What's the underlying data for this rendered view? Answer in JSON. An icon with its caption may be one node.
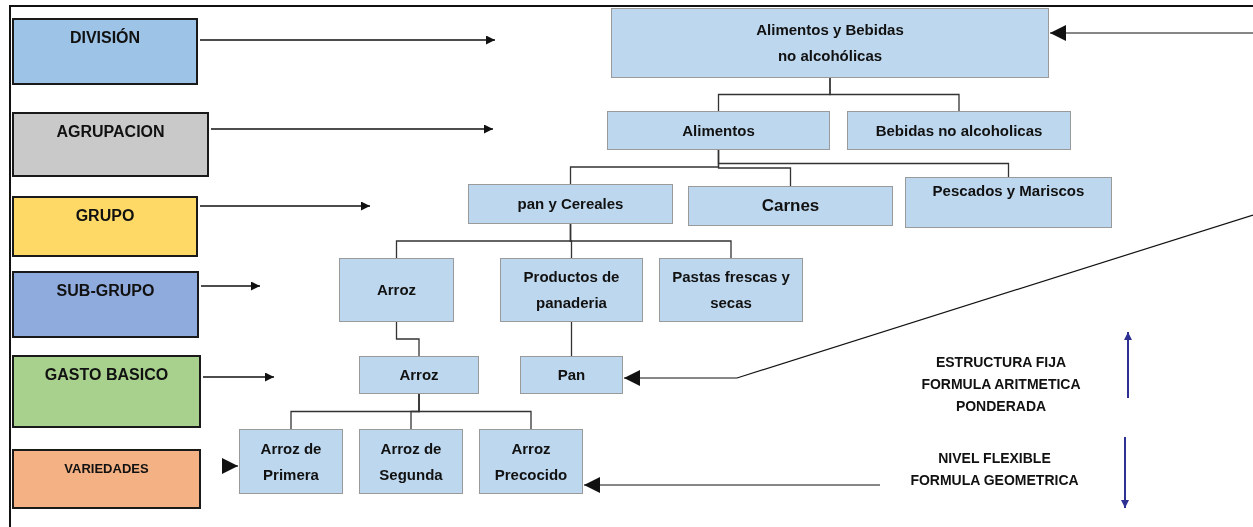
{
  "diagram": {
    "nodes": [
      {
        "text": [
          "DIVISIÓN"
        ]
      },
      {
        "text": [
          "AGRUPACION"
        ]
      },
      {
        "text": [
          "GRUPO"
        ]
      },
      {
        "text": [
          "SUB-GRUPO"
        ]
      },
      {
        "text": [
          "GASTO BASICO"
        ]
      },
      {
        "text": [
          "VARIEDADES"
        ]
      },
      {
        "text": [
          "Alimentos y Bebidas no alcohólicas"
        ]
      },
      {
        "text": [
          "Alimentos"
        ]
      },
      {
        "text": [
          "Bebidas no alcoholicas"
        ]
      },
      {
        "text": [
          "pan y Cereales"
        ]
      },
      {
        "text": [
          "Carnes"
        ]
      },
      {
        "text": [
          "Pescados y Mariscos"
        ]
      },
      {
        "text": [
          "Arroz"
        ]
      },
      {
        "text": [
          "Productos de panaderia"
        ]
      },
      {
        "text": [
          "Pastas frescas y secas"
        ]
      },
      {
        "text": [
          "Arroz"
        ]
      },
      {
        "text": [
          "Pan"
        ]
      },
      {
        "text": [
          "Arroz de Primera"
        ]
      },
      {
        "text": [
          "Arroz de Segunda"
        ]
      },
      {
        "text": [
          "Arroz Precocido"
        ]
      }
    ],
    "edges": [
      {
        "from": 0,
        "to": null,
        "arrow": "to"
      },
      {
        "from": 1,
        "to": null,
        "arrow": "to"
      },
      {
        "from": 2,
        "to": null,
        "arrow": "to"
      },
      {
        "from": 3,
        "to": null,
        "arrow": "to"
      },
      {
        "from": 4,
        "to": null,
        "arrow": "to"
      },
      {
        "from": null,
        "to": 17,
        "arrow": "to"
      },
      {
        "from": null,
        "to": 6,
        "arrow": "to"
      },
      {
        "from": null,
        "to": 16,
        "arrow": "to"
      },
      {
        "from": null,
        "to": 19,
        "arrow": "to"
      },
      {
        "from": 6,
        "to": 7,
        "arrow": "none"
      },
      {
        "from": 6,
        "to": 8,
        "arrow": "none"
      },
      {
        "from": 7,
        "to": 9,
        "arrow": "none"
      },
      {
        "from": 7,
        "to": 10,
        "arrow": "none"
      },
      {
        "from": 7,
        "to": 11,
        "arrow": "none"
      },
      {
        "from": 9,
        "to": 12,
        "arrow": "none"
      },
      {
        "from": 9,
        "to": 13,
        "arrow": "none"
      },
      {
        "from": 9,
        "to": 14,
        "arrow": "none"
      },
      {
        "from": 12,
        "to": 15,
        "arrow": "none"
      },
      {
        "from": 13,
        "to": 16,
        "arrow": "none"
      },
      {
        "from": 15,
        "to": 17,
        "arrow": "none"
      },
      {
        "from": 15,
        "to": 18,
        "arrow": "none"
      },
      {
        "from": 15,
        "to": 19,
        "arrow": "none"
      }
    ],
    "labels": [
      "ESTRUCTURA FIJA FORMULA ARITMETICA PONDERADA",
      "NIVEL FLEXIBLE FORMULA GEOMETRICA"
    ]
  }
}
